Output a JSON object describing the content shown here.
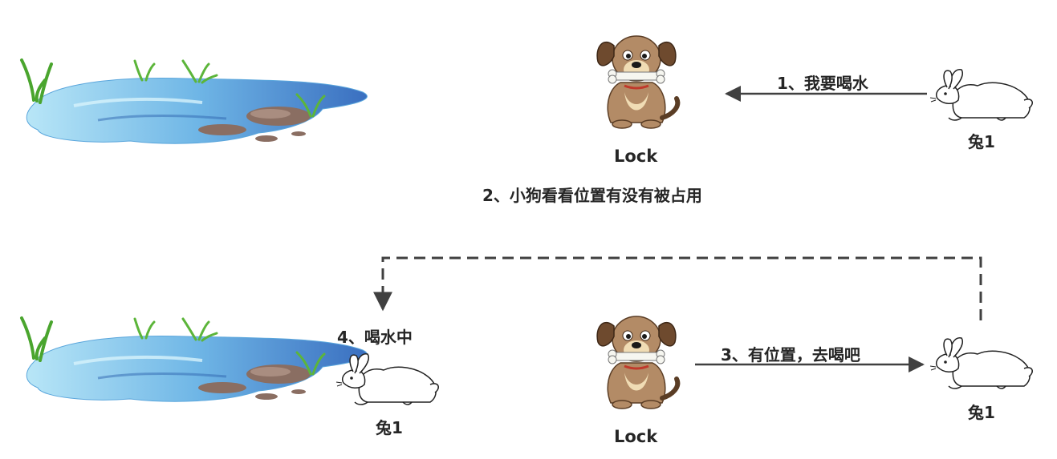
{
  "scene_top": {
    "lock_label": "Lock",
    "step1_label": "1、我要喝水",
    "rabbit_label": "兔1",
    "step2_label": "2、小狗看看位置有没有被占用"
  },
  "scene_bottom": {
    "lock_label": "Lock",
    "step3_label": "3、有位置，去喝吧",
    "rabbit_label": "兔1",
    "step4_label": "4、喝水中",
    "drinking_rabbit_label": "兔1"
  },
  "colors": {
    "text": "#262626",
    "arrow": "#404040",
    "water_light": "#8fd3f0",
    "water_dark": "#3f7fc8",
    "dog_fur": "#b38b66"
  }
}
